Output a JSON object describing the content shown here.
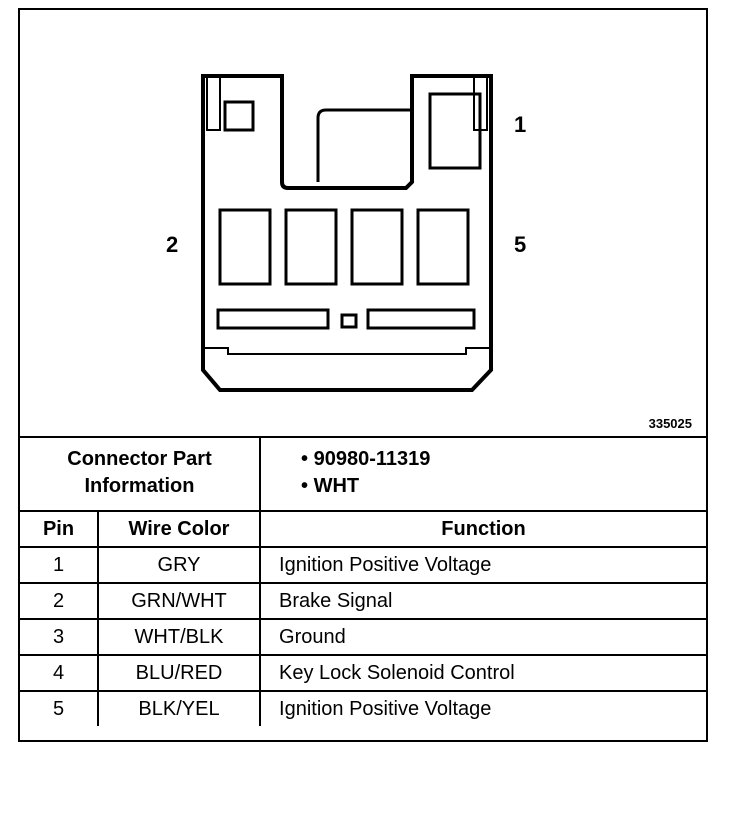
{
  "diagram": {
    "pin_labels": {
      "top_right": "1",
      "left": "2",
      "right": "5"
    },
    "figure_number": "335025"
  },
  "info": {
    "label": "Connector Part Information",
    "values": [
      "• 90980-11319",
      "• WHT"
    ]
  },
  "table": {
    "headers": [
      "Pin",
      "Wire Color",
      "Function"
    ],
    "rows": [
      {
        "pin": "1",
        "color": "GRY",
        "function": "Ignition Positive Voltage"
      },
      {
        "pin": "2",
        "color": "GRN/WHT",
        "function": "Brake Signal"
      },
      {
        "pin": "3",
        "color": "WHT/BLK",
        "function": "Ground"
      },
      {
        "pin": "4",
        "color": "BLU/RED",
        "function": "Key Lock Solenoid Control"
      },
      {
        "pin": "5",
        "color": "BLK/YEL",
        "function": "Ignition Positive Voltage"
      }
    ]
  }
}
